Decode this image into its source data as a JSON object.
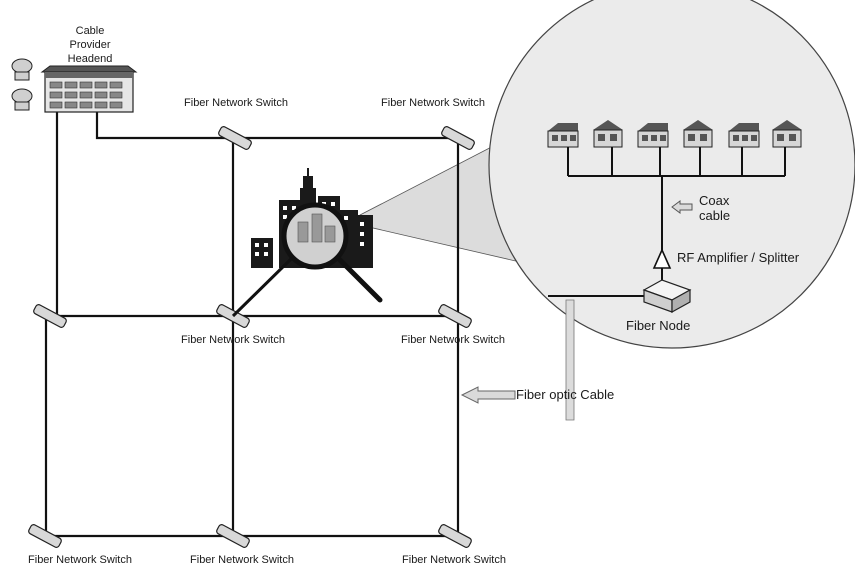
{
  "headend": {
    "label_lines": [
      "Cable",
      "Provider",
      "Headend"
    ]
  },
  "switch_labels": {
    "top_middle": "Fiber Network Switch",
    "top_right": "Fiber Network Switch",
    "mid_middle": "Fiber Network Switch",
    "mid_right": "Fiber Network Switch",
    "bottom_left": "Fiber Network Switch",
    "bottom_middle": "Fiber Network Switch",
    "bottom_right": "Fiber Network Switch"
  },
  "zoom": {
    "coax_label_lines": [
      "Coax",
      "cable"
    ],
    "amplifier_label": "RF Amplifier / Splitter",
    "fiber_node_label": "Fiber Node"
  },
  "fiber_cable_label": "Fiber optic Cable",
  "colors": {
    "line": "#111111",
    "circle_fill": "#ebebeb",
    "cone_fill": "#dcdcdc",
    "switch_fill": "#d8d8d8",
    "arrow_fill": "#dadada"
  }
}
